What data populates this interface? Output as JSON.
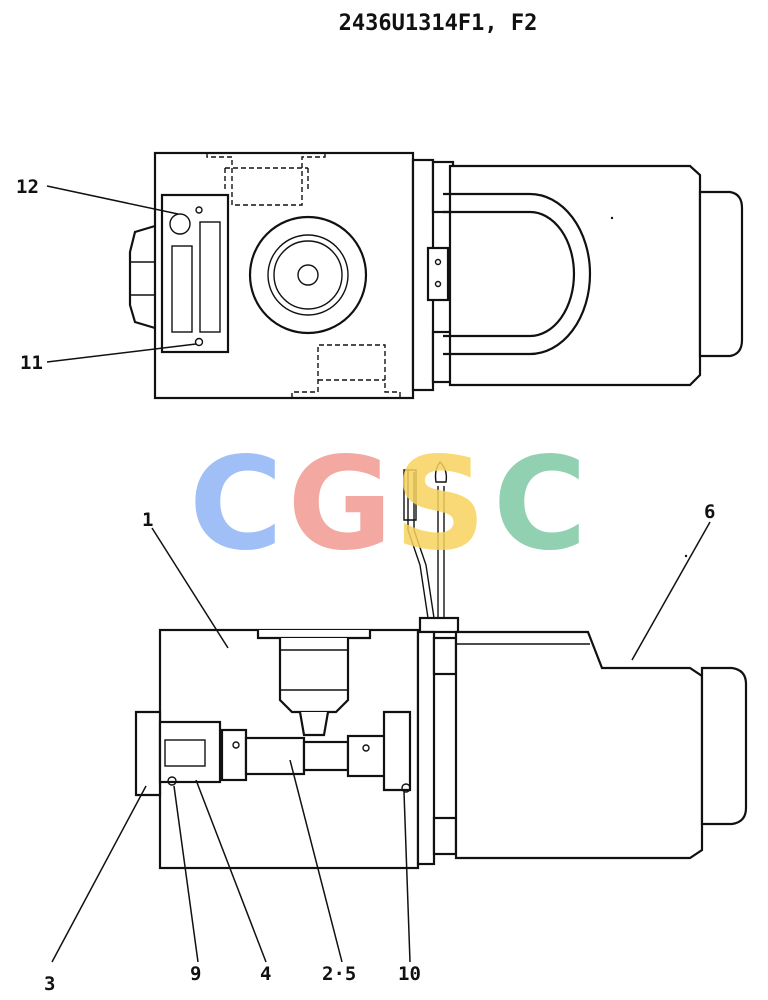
{
  "diagram": {
    "part_number": "2436U1314F1, F2",
    "watermark": {
      "letters": [
        "C",
        "G",
        "S",
        "C"
      ],
      "colors": [
        "#8fb4f5",
        "#f19a92",
        "#f7d35e",
        "#7ec8a4"
      ]
    },
    "callouts": {
      "top_view": [
        "12",
        "11"
      ],
      "side_view": [
        "1",
        "6",
        "3",
        "9",
        "4",
        "2·5",
        "10"
      ]
    },
    "colors": {
      "line": "#111111",
      "background": "#ffffff"
    }
  }
}
